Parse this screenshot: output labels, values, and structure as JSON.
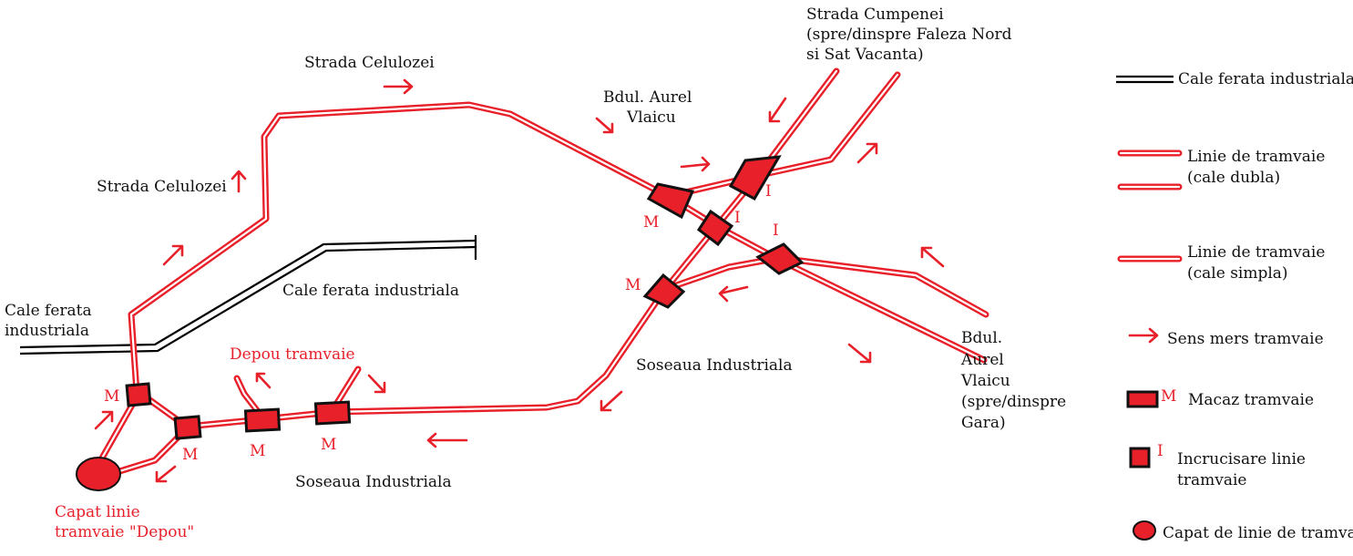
{
  "labels": {
    "strada_celulozei_top": "Strada Celulozei",
    "strada_celulozei_left": "Strada Celulozei",
    "bdul_aurel_vlaicu_top_1": "Bdul. Aurel",
    "bdul_aurel_vlaicu_top_2": "Vlaicu",
    "strada_cumpenei_1": "Strada Cumpenei",
    "strada_cumpenei_2": "(spre/dinspre Faleza Nord",
    "strada_cumpenei_3": "si Sat Vacanta)",
    "cale_ferata_left_1": "Cale ferata",
    "cale_ferata_left_2": "industriala",
    "cale_ferata_center": "Cale ferata industriala",
    "depou_tramvaie": "Depou tramvaie",
    "soseaua_industriala_center": "Soseaua Industriala",
    "soseaua_industriala_bottom": "Soseaua Industriala",
    "bdul_aurel_vlaicu_right_1": "Bdul.",
    "bdul_aurel_vlaicu_right_2": "Aurel",
    "bdul_aurel_vlaicu_right_3": "Vlaicu",
    "bdul_aurel_vlaicu_right_4": "(spre/dinspre",
    "bdul_aurel_vlaicu_right_5": "Gara)",
    "capat_linie_1": "Capat linie",
    "capat_linie_2": "tramvaie \"Depou\""
  },
  "node_marks": {
    "macaz": "M",
    "incrucisare": "I"
  },
  "legend": {
    "rail": "Cale ferata industriala",
    "double_1": "Linie de tramvaie",
    "double_2": "(cale dubla)",
    "single_1": "Linie de tramvaie",
    "single_2": "(cale simpla)",
    "direction": "Sens mers tramvaie",
    "switch_mark": "M",
    "switch": "Macaz  tramvaie",
    "crossing_mark": "I",
    "crossing_1": "Incrucisare linie",
    "crossing_2": "tramvaie",
    "terminus": "Capat de linie de tramvaie"
  },
  "colors": {
    "tram": "#e8202a",
    "rail": "#000000",
    "text": "#111111"
  }
}
